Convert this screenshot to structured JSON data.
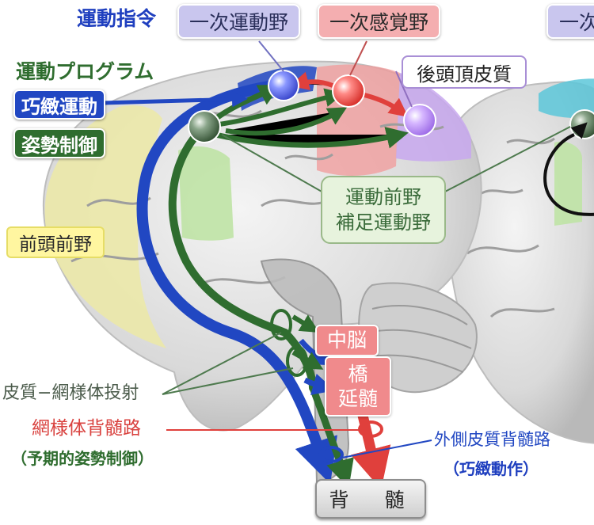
{
  "title": {
    "motor_command": "運動指令"
  },
  "cortex_boxes": {
    "primary_motor": "一次運動野",
    "primary_sensory": "一次感覚野",
    "posterior_parietal": "後頭頂皮質",
    "cropped_right": "一次"
  },
  "left_labels": {
    "motor_program": "運動プログラム",
    "skilled_movement": "巧緻運動",
    "postural_control": "姿勢制御",
    "prefrontal": "前頭前野"
  },
  "callout": {
    "line1": "運動前野",
    "line2": "補足運動野"
  },
  "brainstem": {
    "midbrain": "中脳",
    "pons": "橋",
    "medulla": "延髄",
    "spinal_cord": "背　髄"
  },
  "pathways": {
    "cortico_reticular": "皮質−網様体投射",
    "reticulospinal": "網様体背髄路",
    "anticipatory": "（予期的姿勢制御）",
    "lateral_corticospinal": "外側皮質背髄路",
    "skilled_action": "（巧緻動作）"
  },
  "colors": {
    "motor_blue": "#2147c2",
    "posture_green": "#2f6d2f",
    "sensory_red": "#e0403c",
    "parietal_purple": "#c8a8ef",
    "prefrontal_yellow": "#ece9a6",
    "premotor_green": "#bfe3a5"
  }
}
